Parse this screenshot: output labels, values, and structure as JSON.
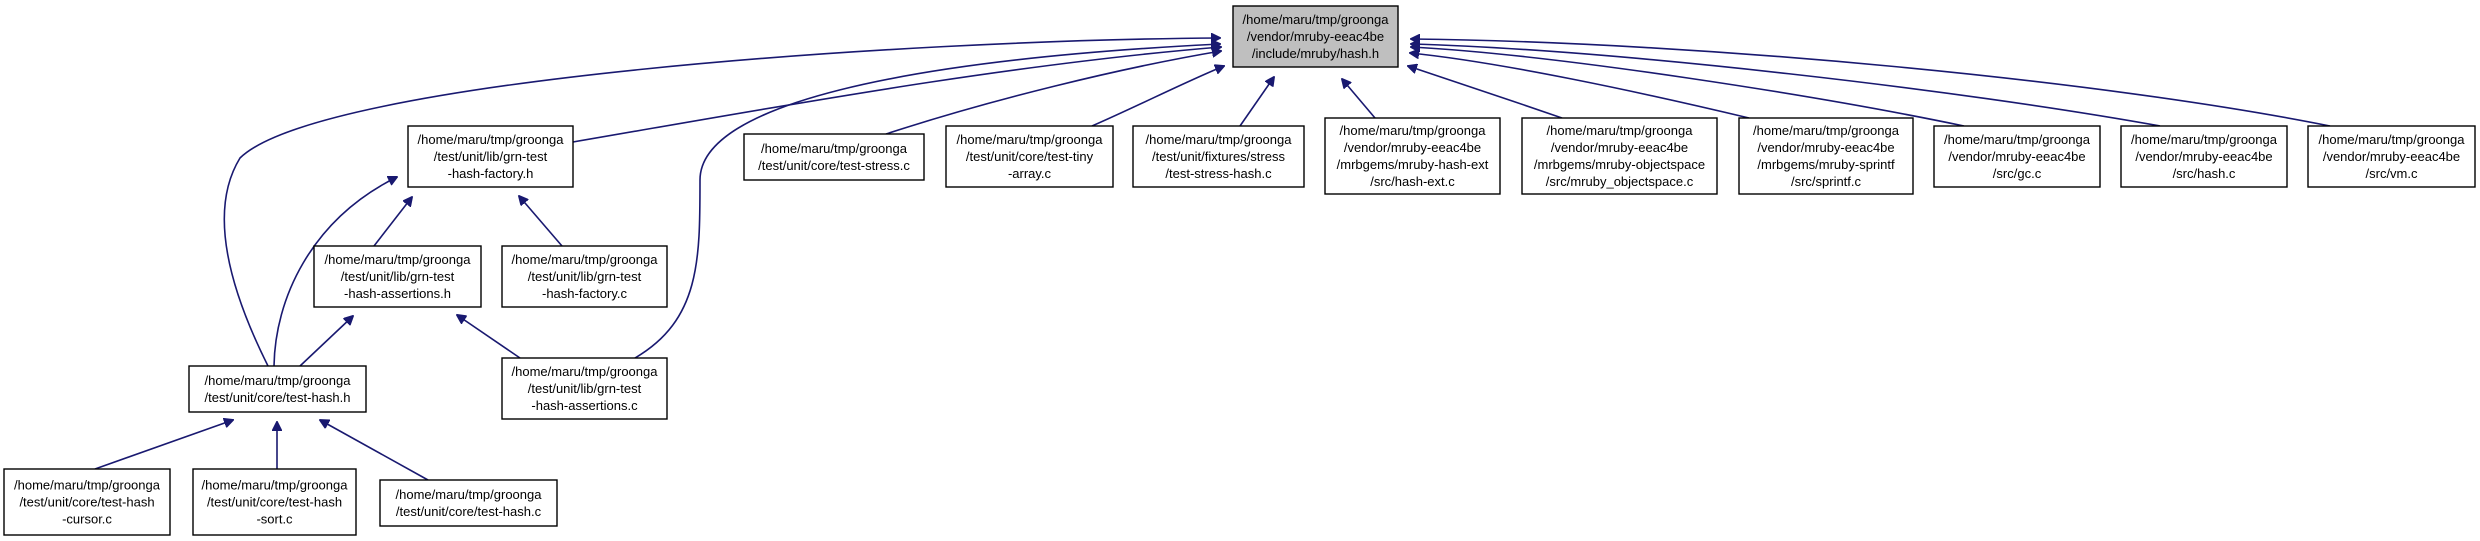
{
  "root": {
    "id": "mruby_hash_h",
    "lines": [
      "/home/maru/tmp/groonga",
      "/vendor/mruby-eeac4be",
      "/include/mruby/hash.h"
    ]
  },
  "nodes": [
    {
      "id": "grn_test_hash_factory_h",
      "lines": [
        "/home/maru/tmp/groonga",
        "/test/unit/lib/grn-test",
        "-hash-factory.h"
      ]
    },
    {
      "id": "test_stress_c",
      "lines": [
        "/home/maru/tmp/groonga",
        "/test/unit/core/test-stress.c"
      ]
    },
    {
      "id": "test_tiny_array_c",
      "lines": [
        "/home/maru/tmp/groonga",
        "/test/unit/core/test-tiny",
        "-array.c"
      ]
    },
    {
      "id": "test_stress_hash_c",
      "lines": [
        "/home/maru/tmp/groonga",
        "/test/unit/fixtures/stress",
        "/test-stress-hash.c"
      ]
    },
    {
      "id": "hash_ext_c",
      "lines": [
        "/home/maru/tmp/groonga",
        "/vendor/mruby-eeac4be",
        "/mrbgems/mruby-hash-ext",
        "/src/hash-ext.c"
      ]
    },
    {
      "id": "mruby_objectspace_c",
      "lines": [
        "/home/maru/tmp/groonga",
        "/vendor/mruby-eeac4be",
        "/mrbgems/mruby-objectspace",
        "/src/mruby_objectspace.c"
      ]
    },
    {
      "id": "sprintf_c",
      "lines": [
        "/home/maru/tmp/groonga",
        "/vendor/mruby-eeac4be",
        "/mrbgems/mruby-sprintf",
        "/src/sprintf.c"
      ]
    },
    {
      "id": "gc_c",
      "lines": [
        "/home/maru/tmp/groonga",
        "/vendor/mruby-eeac4be",
        "/src/gc.c"
      ]
    },
    {
      "id": "hash_c",
      "lines": [
        "/home/maru/tmp/groonga",
        "/vendor/mruby-eeac4be",
        "/src/hash.c"
      ]
    },
    {
      "id": "vm_c",
      "lines": [
        "/home/maru/tmp/groonga",
        "/vendor/mruby-eeac4be",
        "/src/vm.c"
      ]
    },
    {
      "id": "grn_test_hash_assertions_h",
      "lines": [
        "/home/maru/tmp/groonga",
        "/test/unit/lib/grn-test",
        "-hash-assertions.h"
      ]
    },
    {
      "id": "grn_test_hash_factory_c",
      "lines": [
        "/home/maru/tmp/groonga",
        "/test/unit/lib/grn-test",
        "-hash-factory.c"
      ]
    },
    {
      "id": "test_hash_h",
      "lines": [
        "/home/maru/tmp/groonga",
        "/test/unit/core/test-hash.h"
      ]
    },
    {
      "id": "grn_test_hash_assertions_c",
      "lines": [
        "/home/maru/tmp/groonga",
        "/test/unit/lib/grn-test",
        "-hash-assertions.c"
      ]
    },
    {
      "id": "test_hash_cursor_c",
      "lines": [
        "/home/maru/tmp/groonga",
        "/test/unit/core/test-hash",
        "-cursor.c"
      ]
    },
    {
      "id": "test_hash_sort_c",
      "lines": [
        "/home/maru/tmp/groonga",
        "/test/unit/core/test-hash",
        "-sort.c"
      ]
    },
    {
      "id": "test_hash_c",
      "lines": [
        "/home/maru/tmp/groonga",
        "/test/unit/core/test-hash.c"
      ]
    }
  ],
  "edges": [
    {
      "from": "grn_test_hash_factory_h",
      "to": "mruby_hash_h"
    },
    {
      "from": "test_stress_c",
      "to": "mruby_hash_h"
    },
    {
      "from": "test_tiny_array_c",
      "to": "mruby_hash_h"
    },
    {
      "from": "test_stress_hash_c",
      "to": "mruby_hash_h"
    },
    {
      "from": "hash_ext_c",
      "to": "mruby_hash_h"
    },
    {
      "from": "mruby_objectspace_c",
      "to": "mruby_hash_h"
    },
    {
      "from": "sprintf_c",
      "to": "mruby_hash_h"
    },
    {
      "from": "gc_c",
      "to": "mruby_hash_h"
    },
    {
      "from": "hash_c",
      "to": "mruby_hash_h"
    },
    {
      "from": "vm_c",
      "to": "mruby_hash_h"
    },
    {
      "from": "test_hash_h",
      "to": "mruby_hash_h"
    },
    {
      "from": "grn_test_hash_assertions_c",
      "to": "mruby_hash_h"
    },
    {
      "from": "grn_test_hash_assertions_h",
      "to": "grn_test_hash_factory_h"
    },
    {
      "from": "grn_test_hash_factory_c",
      "to": "grn_test_hash_factory_h"
    },
    {
      "from": "test_hash_h",
      "to": "grn_test_hash_factory_h"
    },
    {
      "from": "test_hash_h",
      "to": "grn_test_hash_assertions_h"
    },
    {
      "from": "grn_test_hash_assertions_c",
      "to": "grn_test_hash_assertions_h"
    },
    {
      "from": "test_hash_cursor_c",
      "to": "test_hash_h"
    },
    {
      "from": "test_hash_sort_c",
      "to": "test_hash_h"
    },
    {
      "from": "test_hash_c",
      "to": "test_hash_h"
    }
  ]
}
